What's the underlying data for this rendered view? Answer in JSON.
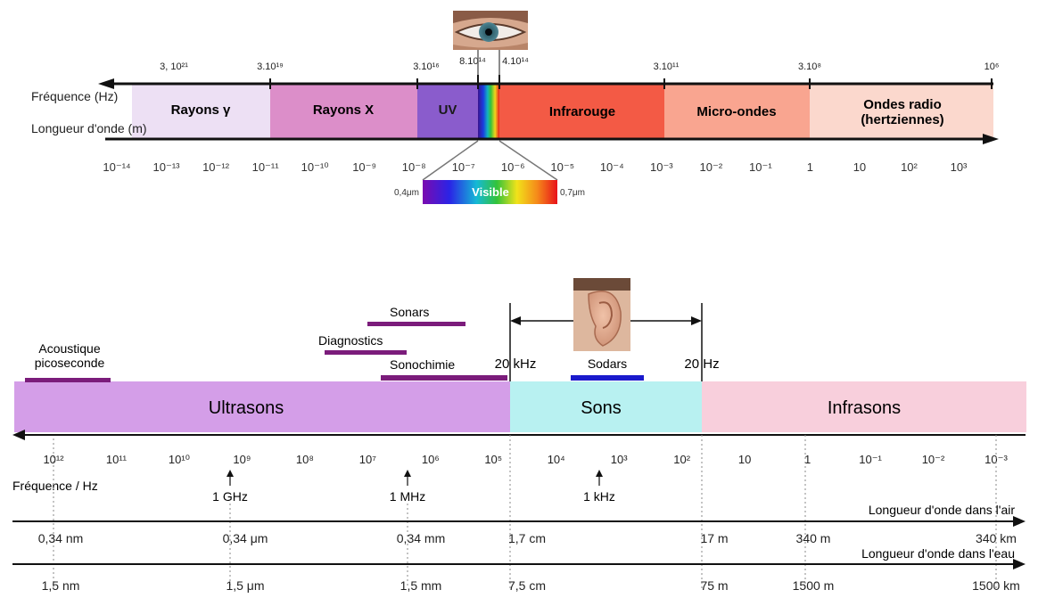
{
  "em": {
    "freq_label": "Fréquence (Hz)",
    "wave_label": "Longueur d'onde (m)",
    "bands": [
      {
        "name": "Rayons γ",
        "color": "#ede0f4"
      },
      {
        "name": "Rayons X",
        "color": "#dc8ec9"
      },
      {
        "name": "UV",
        "color": "#8a5ccc"
      },
      {
        "name": "Infrarouge",
        "color": "#f35a45"
      },
      {
        "name": "Micro-ondes",
        "color": "#f9a590"
      },
      {
        "name": "Ondes radio",
        "name2": "(hertziennes)",
        "color": "#fbd8cd"
      }
    ],
    "freq_ticks": [
      "3, 10²¹",
      "3.10¹⁹",
      "3.10¹⁶",
      "8.10¹⁴",
      "4.10¹⁴",
      "3.10¹¹",
      "3.10⁸",
      "10⁶"
    ],
    "wave_ticks": [
      "10⁻¹⁴",
      "10⁻¹³",
      "10⁻¹²",
      "10⁻¹¹",
      "10⁻¹⁰",
      "10⁻⁹",
      "10⁻⁸",
      "10⁻⁷",
      "10⁻⁶",
      "10⁻⁵",
      "10⁻⁴",
      "10⁻³",
      "10⁻²",
      "10⁻¹",
      "1",
      "10",
      "10²",
      "10³"
    ],
    "visible": {
      "label": "Visible",
      "left": "0,4μm",
      "right": "0,7μm"
    },
    "eye_icon": "eye-icon"
  },
  "acoustic": {
    "bands": [
      {
        "name": "Ultrasons",
        "color": "#d49ee8"
      },
      {
        "name": "Sons",
        "color": "#b8f1f1"
      },
      {
        "name": "Infrasons",
        "color": "#f8cfdc"
      }
    ],
    "apps": [
      {
        "name": "Acoustique",
        "name2": "picoseconde",
        "color": "#7b1c7b"
      },
      {
        "name": "Diagnostics",
        "color": "#7b1c7b"
      },
      {
        "name": "Sonars",
        "color": "#7b1c7b"
      },
      {
        "name": "Sonochimie",
        "color": "#7b1c7b"
      },
      {
        "name": "Sodars",
        "color": "#1a1acc"
      }
    ],
    "limit_left": "20 kHz",
    "limit_right": "20 Hz",
    "freq_ticks": [
      "10¹²",
      "10¹¹",
      "10¹⁰",
      "10⁹",
      "10⁸",
      "10⁷",
      "10⁶",
      "10⁵",
      "10⁴",
      "10³",
      "10²",
      "10",
      "1",
      "10⁻¹",
      "10⁻²",
      "10⁻³"
    ],
    "freq_label": "Fréquence / Hz",
    "markers": [
      "1 GHz",
      "1 MHz",
      "1 kHz"
    ],
    "air_label": "Longueur d'onde dans l'air",
    "air_values": [
      "0,34 nm",
      "0,34 μm",
      "0,34 mm",
      "1,7 cm",
      "17 m",
      "340 m",
      "340 km"
    ],
    "water_label": "Longueur d'onde dans l'eau",
    "water_values": [
      "1,5 nm",
      "1,5 μm",
      "1,5 mm",
      "7,5 cm",
      "75 m",
      "1500 m",
      "1500 km"
    ],
    "ear_icon": "ear-icon"
  }
}
